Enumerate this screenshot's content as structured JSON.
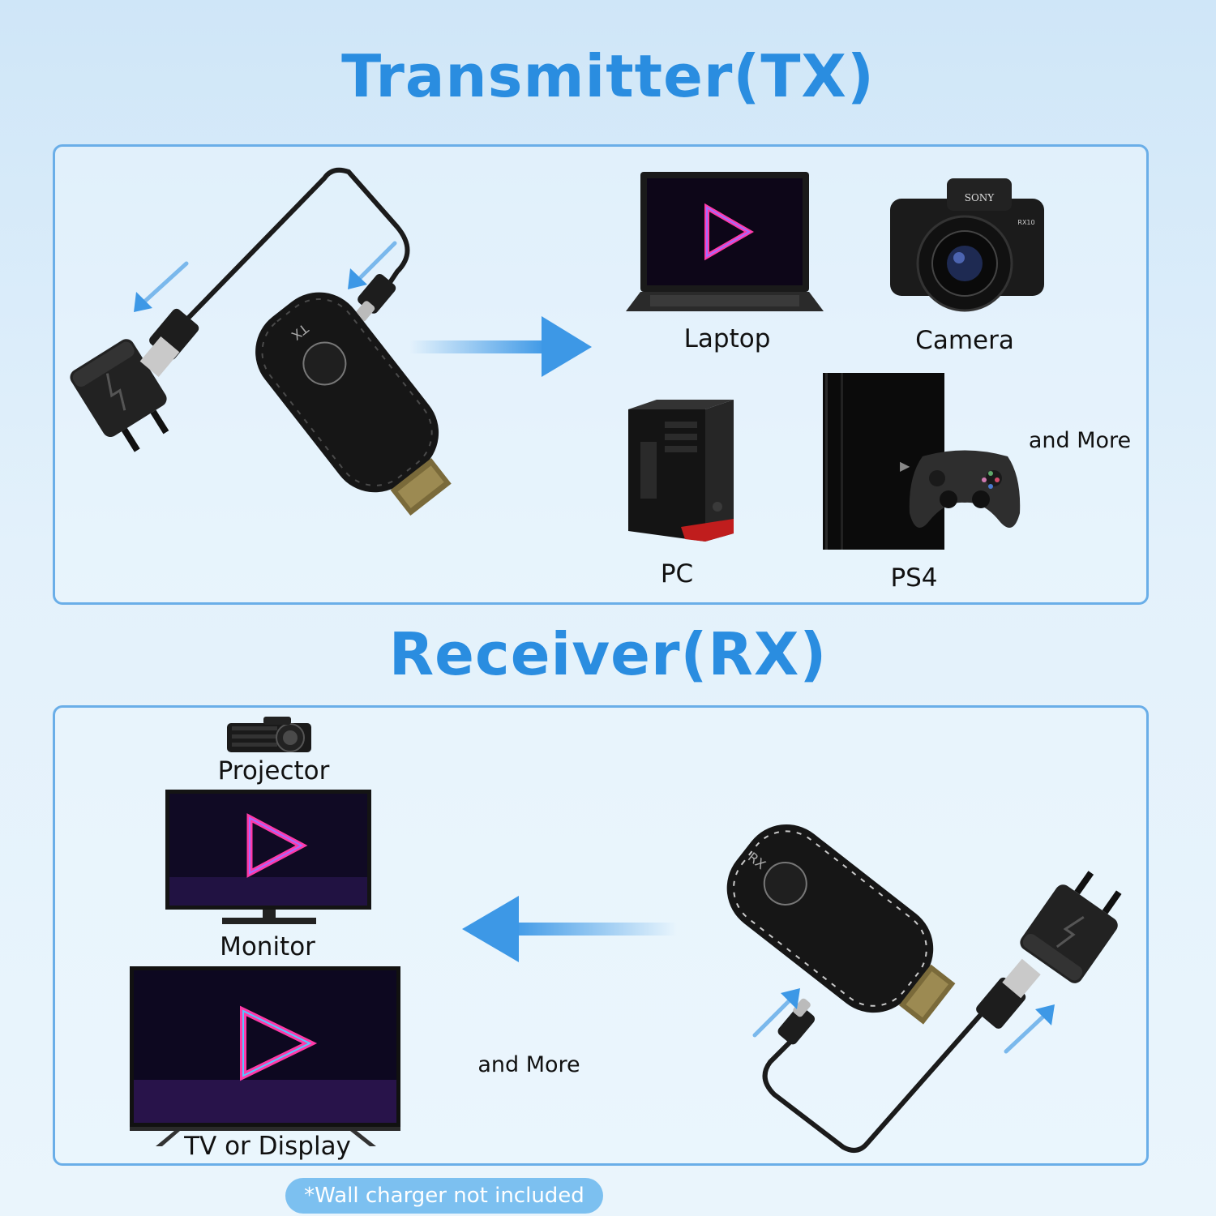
{
  "tx": {
    "title": "Transmitter(TX)",
    "dongle_mark": "TX",
    "devices": [
      "Laptop",
      "Camera",
      "PC",
      "PS4"
    ],
    "more": "and More",
    "camera_brand": "SONY",
    "camera_model": "RX10"
  },
  "rx": {
    "title": "Receiver(RX)",
    "dongle_mark": "RX",
    "devices": [
      "Projector",
      "Monitor",
      "TV or Display"
    ],
    "more": "and More"
  },
  "note": "*Wall charger not included",
  "colors": {
    "accent": "#2a8de0",
    "panel_border": "#6aaee8",
    "note_bg": "#7cc0f0",
    "arrow": "#3d98e6"
  }
}
